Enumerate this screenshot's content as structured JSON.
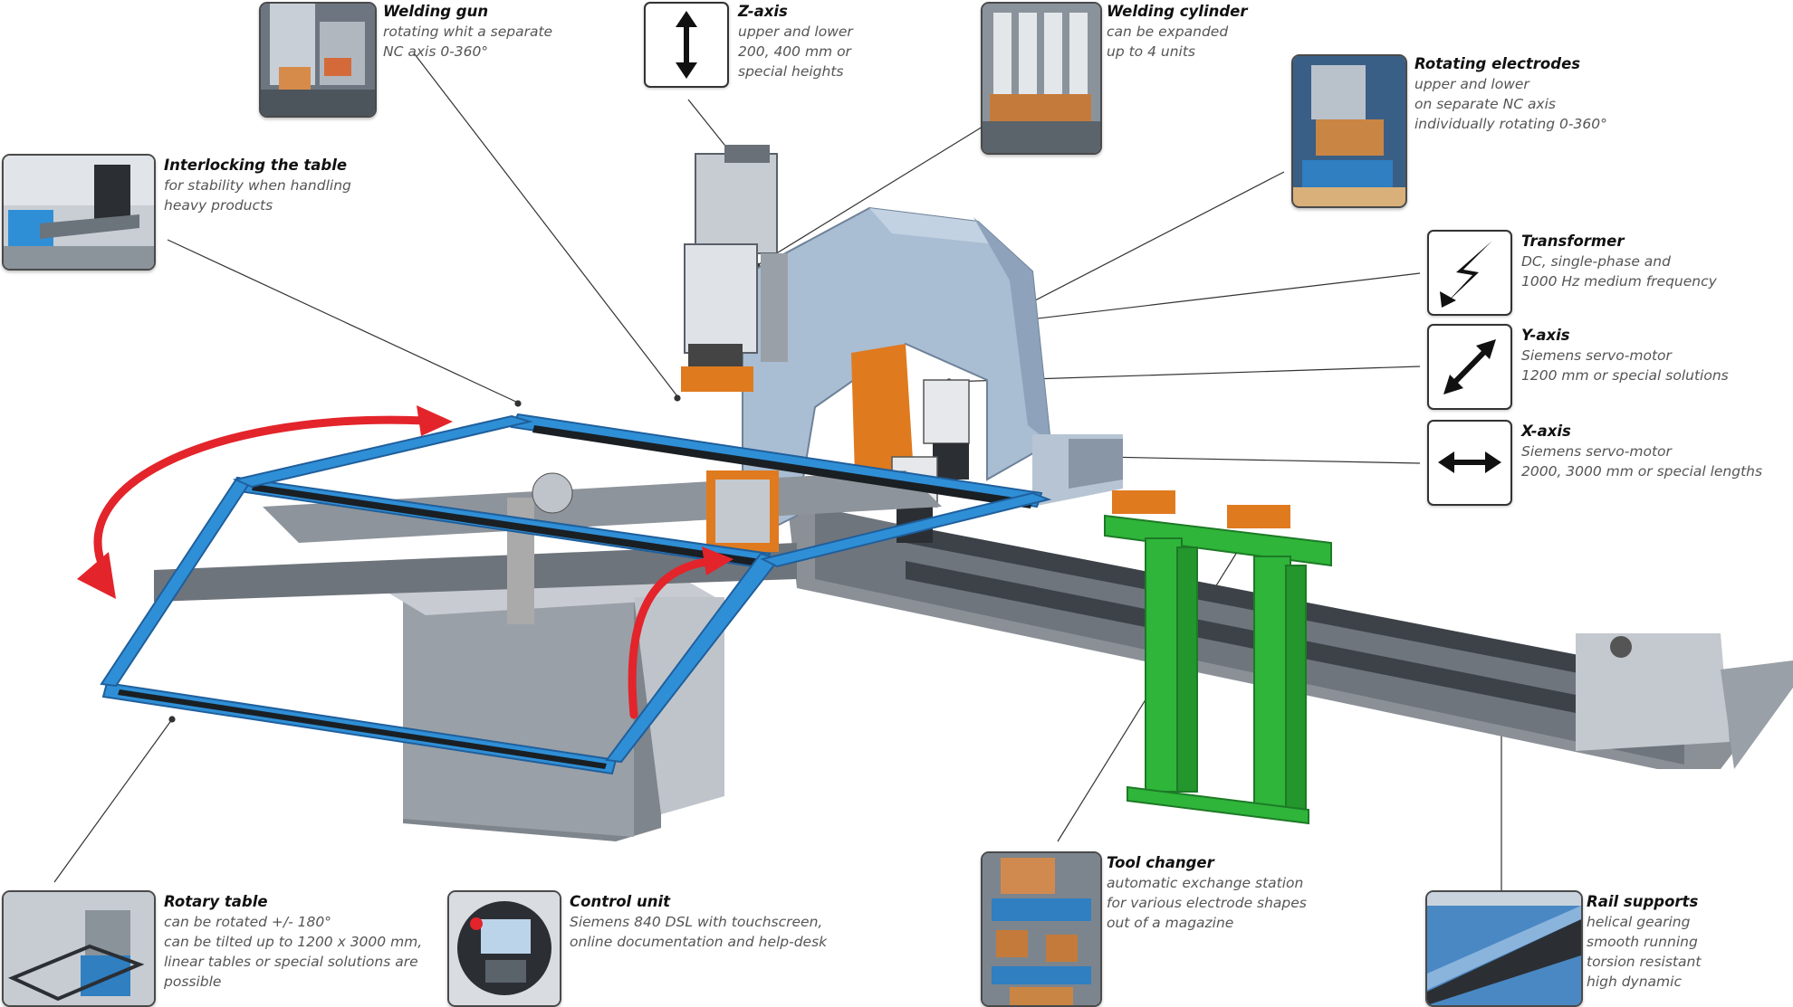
{
  "callouts": {
    "welding_gun": {
      "title": "Welding gun",
      "desc": "rotating whit a separate\nNC axis 0-360°"
    },
    "z_axis": {
      "title": "Z-axis",
      "desc": "upper and lower\n200, 400 mm or\nspecial heights"
    },
    "welding_cylinder": {
      "title": "Welding cylinder",
      "desc": "can be expanded\nup to 4 units"
    },
    "rotating_electrodes": {
      "title": "Rotating electrodes",
      "desc": "upper and lower\non separate NC axis\nindividually rotating 0-360°"
    },
    "interlocking": {
      "title": "Interlocking the table",
      "desc": "for stability when handling\nheavy products"
    },
    "transformer": {
      "title": "Transformer",
      "desc": "DC, single-phase and\n1000 Hz medium frequency"
    },
    "y_axis": {
      "title": "Y-axis",
      "desc": "Siemens servo-motor\n1200 mm or special solutions"
    },
    "x_axis": {
      "title": "X-axis",
      "desc": "Siemens servo-motor\n2000, 3000 mm or special lengths"
    },
    "rotary_table": {
      "title": "Rotary table",
      "desc": "can be rotated +/- 180°\ncan be tilted up to 1200 x 3000 mm,\nlinear tables or special solutions are\npossible"
    },
    "control_unit": {
      "title": "Control unit",
      "desc": "Siemens 840 DSL with touchscreen,\nonline documentation and help-desk"
    },
    "tool_changer": {
      "title": "Tool changer",
      "desc": "automatic exchange station\nfor various electrode shapes\nout of a magazine"
    },
    "rail_supports": {
      "title": "Rail supports",
      "desc": "helical gearing\nsmooth running\ntorsion resistant\nhigh dynamic"
    }
  },
  "icons": {
    "z_axis": "vertical-double-arrow-icon",
    "transformer": "lightning-bolt-icon",
    "y_axis": "diagonal-double-arrow-icon",
    "x_axis": "horizontal-double-arrow-icon"
  },
  "colors": {
    "machine_body": "#a9bdd3",
    "rotary_frame": "#2f8fd6",
    "tool_changer": "#2fb53a",
    "rotation_arrow": "#e3242b",
    "electrode": "#e07a1f"
  }
}
